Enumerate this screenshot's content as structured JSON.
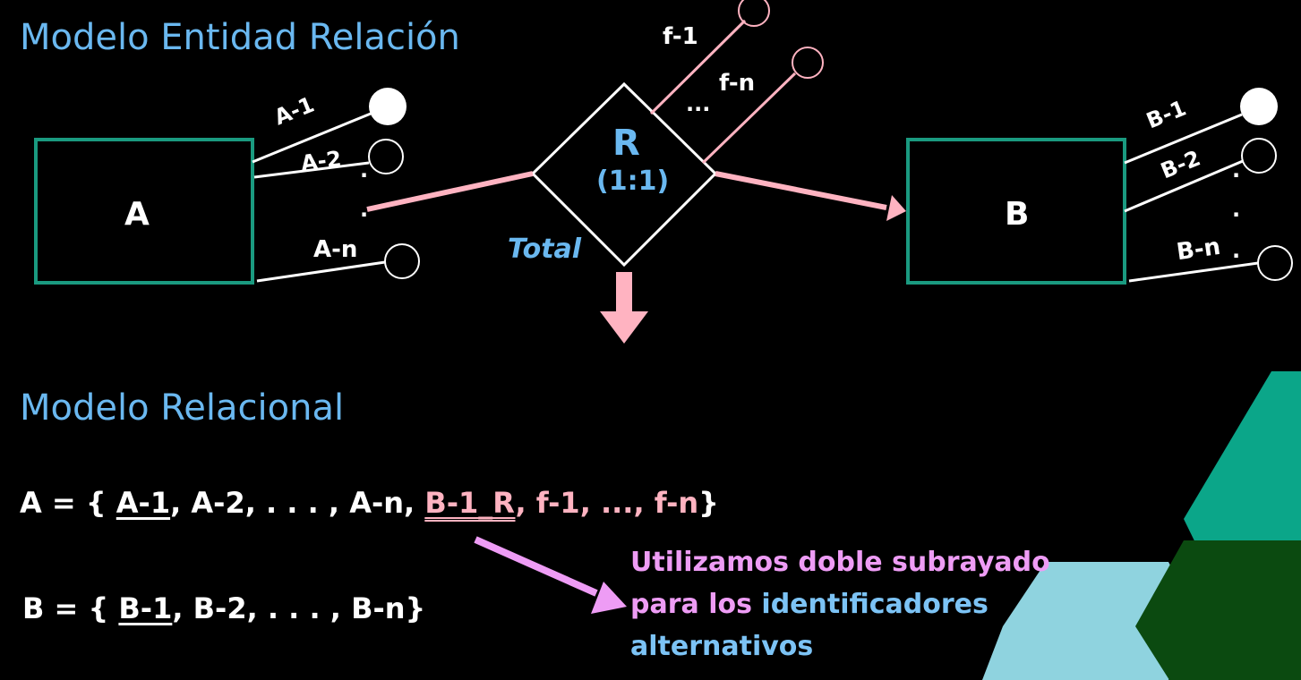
{
  "titles": {
    "er": "Modelo Entidad Relación",
    "relational": "Modelo Relacional"
  },
  "entity_a": {
    "name": "A",
    "attributes": [
      "A-1",
      "A-2",
      "A-n"
    ],
    "dots": [
      ".",
      "."
    ]
  },
  "entity_b": {
    "name": "B",
    "attributes": [
      "B-1",
      "B-2",
      "B-n"
    ],
    "dots": [
      ".",
      ".",
      "."
    ]
  },
  "relationship": {
    "name": "R",
    "cardinality": "(1:1)",
    "participation": "Total",
    "attributes": [
      "f-1",
      "f-n"
    ],
    "ellipsis": "..."
  },
  "relational": {
    "a_prefix": "A = {",
    "a_key": "A-1",
    "a_mid": ", A-2, . . . , A-n, ",
    "a_alt_key": "B-1_R",
    "a_tail_pink": ", f-1, ...,  f-n",
    "a_close": "}",
    "b_prefix": "B = {",
    "b_key": "B-1",
    "b_mid": ", B-2,  . . . , B-n",
    "b_close": "}"
  },
  "note": {
    "line1": "Utilizamos doble subrayado",
    "line2_pink": "para los ",
    "line2_blue": "identificadores",
    "line3": "alternativos"
  },
  "colors": {
    "background": "#000000",
    "heading": "#6ab8f0",
    "entity_border": "#1a9a80",
    "relation_line": "#ffb3c1",
    "note_arrow": "#ee9cf5",
    "hex_teal": "#0ba689",
    "hex_light": "#8fd3df",
    "hex_dark": "#0b4a10"
  }
}
